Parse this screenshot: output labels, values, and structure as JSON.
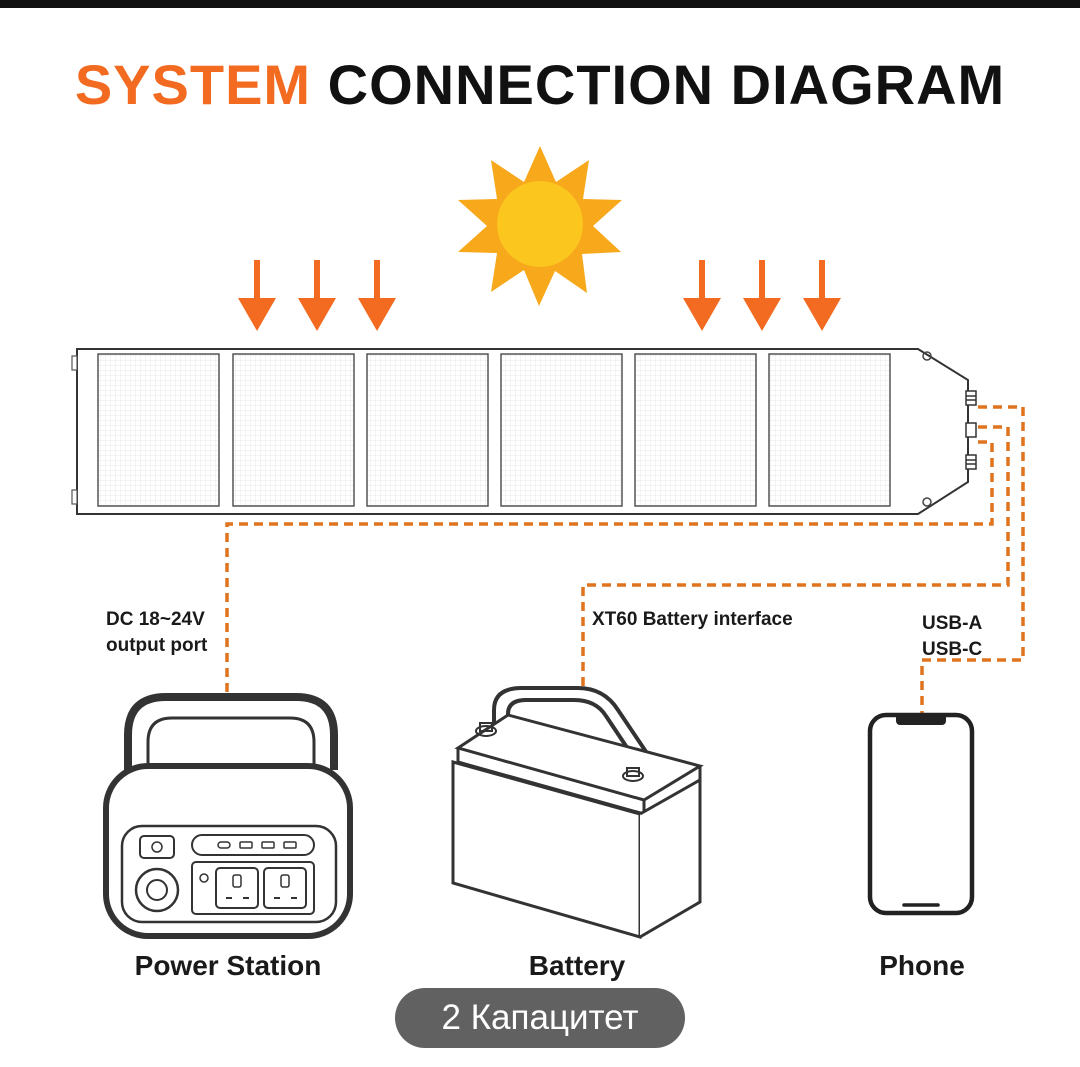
{
  "title": {
    "accent_part": "SYSTEM",
    "rest_part": "CONNECTION DIAGRAM"
  },
  "connections": {
    "dc_port": {
      "line1": "DC 18~24V",
      "line2": "output port"
    },
    "battery_interface": "XT60 Battery interface",
    "usb": {
      "line1": "USB-A",
      "line2": "USB-C"
    }
  },
  "devices": {
    "power_station": "Power Station",
    "battery": "Battery",
    "phone": "Phone"
  },
  "badge": {
    "text": "2 Капацитет"
  },
  "colors": {
    "accent": "#f26b21",
    "sun": "#fbc71f",
    "sun_rays": "#f7a81b",
    "text": "#111111",
    "badge_bg": "#616161"
  },
  "icons": [
    "sun-icon",
    "sunlight-arrow-icon",
    "solar-panel",
    "power-station-icon",
    "battery-icon",
    "phone-icon"
  ]
}
